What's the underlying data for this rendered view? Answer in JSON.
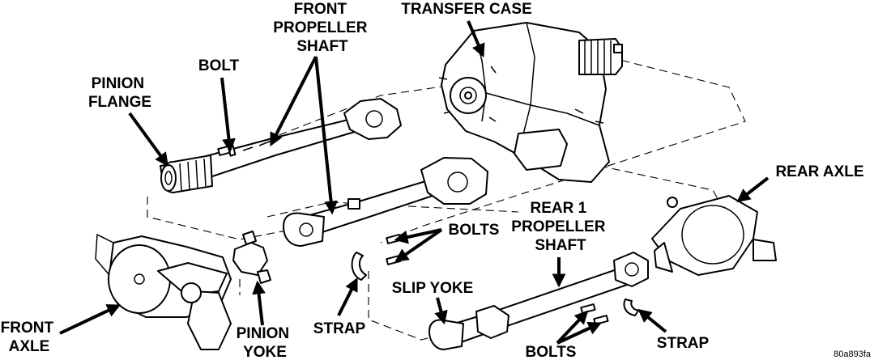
{
  "labels": {
    "transfer_case": "TRANSFER CASE",
    "front_propeller_shaft": [
      "FRONT",
      "PROPELLER",
      "SHAFT"
    ],
    "bolt": "BOLT",
    "pinion_flange": [
      "PINION",
      "FLANGE"
    ],
    "rear_axle": "REAR AXLE",
    "bolts_upper": "BOLTS",
    "rear_1_propeller_shaft": [
      "REAR 1",
      "PROPELLER",
      "SHAFT"
    ],
    "slip_yoke": "SLIP YOKE",
    "front_axle": [
      "FRONT",
      "AXLE"
    ],
    "pinion_yoke": [
      "PINION",
      "YOKE"
    ],
    "strap_left": "STRAP",
    "bolts_lower": "BOLTS",
    "strap_right": "STRAP",
    "figure_code": "80a893fa"
  }
}
